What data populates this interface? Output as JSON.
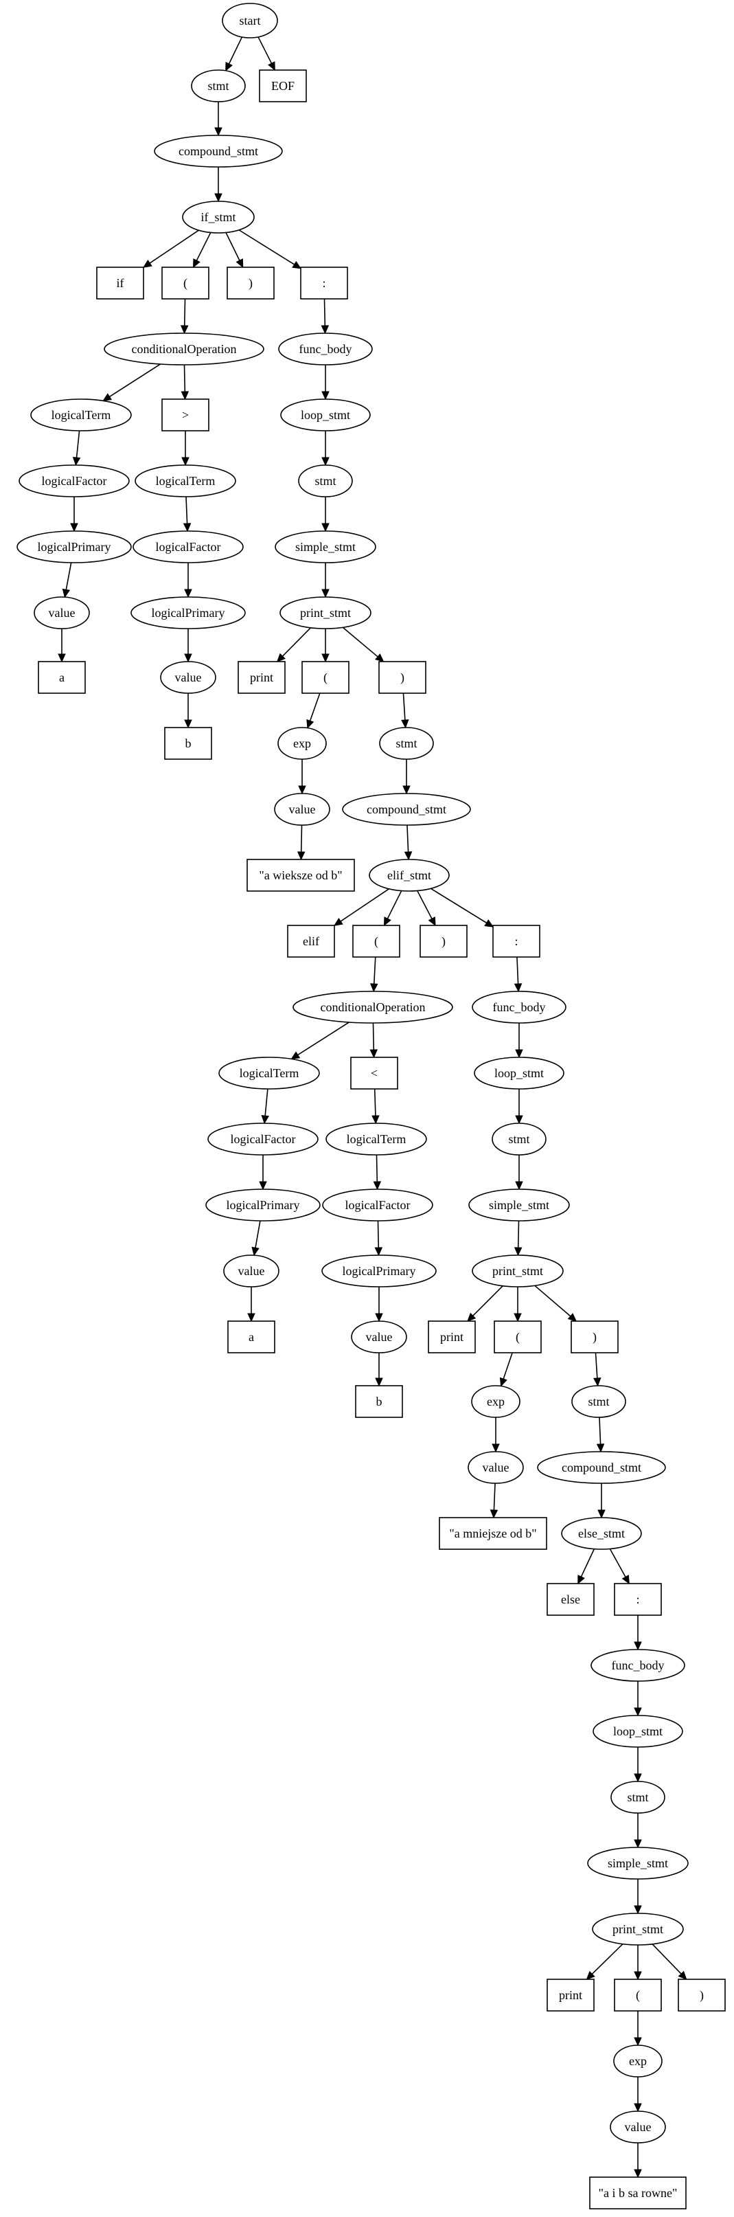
{
  "nodes": [
    {
      "id": "n0",
      "label": "start",
      "shape": "ellipse"
    },
    {
      "id": "n1",
      "label": "stmt",
      "shape": "ellipse"
    },
    {
      "id": "n2",
      "label": "EOF",
      "shape": "box"
    },
    {
      "id": "n3",
      "label": "compound_stmt",
      "shape": "ellipse"
    },
    {
      "id": "n4",
      "label": "if_stmt",
      "shape": "ellipse"
    },
    {
      "id": "n5",
      "label": "if",
      "shape": "box"
    },
    {
      "id": "n6",
      "label": "(",
      "shape": "box"
    },
    {
      "id": "n7",
      "label": ")",
      "shape": "box"
    },
    {
      "id": "n8",
      "label": ":",
      "shape": "box"
    },
    {
      "id": "n9",
      "label": "conditionalOperation",
      "shape": "ellipse"
    },
    {
      "id": "n10",
      "label": "logicalTerm",
      "shape": "ellipse"
    },
    {
      "id": "n11",
      "label": ">",
      "shape": "box"
    },
    {
      "id": "n12",
      "label": "logicalFactor",
      "shape": "ellipse"
    },
    {
      "id": "n13",
      "label": "logicalPrimary",
      "shape": "ellipse"
    },
    {
      "id": "n14",
      "label": "value",
      "shape": "ellipse"
    },
    {
      "id": "n15",
      "label": "a",
      "shape": "box"
    },
    {
      "id": "n16",
      "label": "logicalTerm",
      "shape": "ellipse"
    },
    {
      "id": "n17",
      "label": "logicalFactor",
      "shape": "ellipse"
    },
    {
      "id": "n18",
      "label": "logicalPrimary",
      "shape": "ellipse"
    },
    {
      "id": "n19",
      "label": "value",
      "shape": "ellipse"
    },
    {
      "id": "n20",
      "label": "b",
      "shape": "box"
    },
    {
      "id": "n21",
      "label": "func_body",
      "shape": "ellipse"
    },
    {
      "id": "n22",
      "label": "loop_stmt",
      "shape": "ellipse"
    },
    {
      "id": "n23",
      "label": "stmt",
      "shape": "ellipse"
    },
    {
      "id": "n24",
      "label": "simple_stmt",
      "shape": "ellipse"
    },
    {
      "id": "n25",
      "label": "print_stmt",
      "shape": "ellipse"
    },
    {
      "id": "n26",
      "label": "print",
      "shape": "box"
    },
    {
      "id": "n27",
      "label": "(",
      "shape": "box"
    },
    {
      "id": "n28",
      "label": ")",
      "shape": "box"
    },
    {
      "id": "n29",
      "label": "exp",
      "shape": "ellipse"
    },
    {
      "id": "n30",
      "label": "value",
      "shape": "ellipse"
    },
    {
      "id": "n31",
      "label": "\"a wieksze od b\"",
      "shape": "box"
    },
    {
      "id": "n32",
      "label": "stmt",
      "shape": "ellipse"
    },
    {
      "id": "n33",
      "label": "compound_stmt",
      "shape": "ellipse"
    },
    {
      "id": "n34",
      "label": "elif_stmt",
      "shape": "ellipse"
    },
    {
      "id": "n35",
      "label": "elif",
      "shape": "box"
    },
    {
      "id": "n36",
      "label": "(",
      "shape": "box"
    },
    {
      "id": "n37",
      "label": ")",
      "shape": "box"
    },
    {
      "id": "n38",
      "label": ":",
      "shape": "box"
    },
    {
      "id": "n39",
      "label": "conditionalOperation",
      "shape": "ellipse"
    },
    {
      "id": "n40",
      "label": "logicalTerm",
      "shape": "ellipse"
    },
    {
      "id": "n41",
      "label": "<",
      "shape": "box"
    },
    {
      "id": "n42",
      "label": "logicalFactor",
      "shape": "ellipse"
    },
    {
      "id": "n43",
      "label": "logicalPrimary",
      "shape": "ellipse"
    },
    {
      "id": "n44",
      "label": "value",
      "shape": "ellipse"
    },
    {
      "id": "n45",
      "label": "a",
      "shape": "box"
    },
    {
      "id": "n46",
      "label": "logicalTerm",
      "shape": "ellipse"
    },
    {
      "id": "n47",
      "label": "logicalFactor",
      "shape": "ellipse"
    },
    {
      "id": "n48",
      "label": "logicalPrimary",
      "shape": "ellipse"
    },
    {
      "id": "n49",
      "label": "value",
      "shape": "ellipse"
    },
    {
      "id": "n50",
      "label": "b",
      "shape": "box"
    },
    {
      "id": "n51",
      "label": "func_body",
      "shape": "ellipse"
    },
    {
      "id": "n52",
      "label": "loop_stmt",
      "shape": "ellipse"
    },
    {
      "id": "n53",
      "label": "stmt",
      "shape": "ellipse"
    },
    {
      "id": "n54",
      "label": "simple_stmt",
      "shape": "ellipse"
    },
    {
      "id": "n55",
      "label": "print_stmt",
      "shape": "ellipse"
    },
    {
      "id": "n56",
      "label": "print",
      "shape": "box"
    },
    {
      "id": "n57",
      "label": "(",
      "shape": "box"
    },
    {
      "id": "n58",
      "label": ")",
      "shape": "box"
    },
    {
      "id": "n59",
      "label": "exp",
      "shape": "ellipse"
    },
    {
      "id": "n60",
      "label": "value",
      "shape": "ellipse"
    },
    {
      "id": "n61",
      "label": "\"a mniejsze od b\"",
      "shape": "box"
    },
    {
      "id": "n62",
      "label": "stmt",
      "shape": "ellipse"
    },
    {
      "id": "n63",
      "label": "compound_stmt",
      "shape": "ellipse"
    },
    {
      "id": "n64",
      "label": "else_stmt",
      "shape": "ellipse"
    },
    {
      "id": "n65",
      "label": "else",
      "shape": "box"
    },
    {
      "id": "n66",
      "label": ":",
      "shape": "box"
    },
    {
      "id": "n67",
      "label": "func_body",
      "shape": "ellipse"
    },
    {
      "id": "n68",
      "label": "loop_stmt",
      "shape": "ellipse"
    },
    {
      "id": "n69",
      "label": "stmt",
      "shape": "ellipse"
    },
    {
      "id": "n70",
      "label": "simple_stmt",
      "shape": "ellipse"
    },
    {
      "id": "n71",
      "label": "print_stmt",
      "shape": "ellipse"
    },
    {
      "id": "n72",
      "label": "print",
      "shape": "box"
    },
    {
      "id": "n73",
      "label": "(",
      "shape": "box"
    },
    {
      "id": "n74",
      "label": ")",
      "shape": "box"
    },
    {
      "id": "n75",
      "label": "exp",
      "shape": "ellipse"
    },
    {
      "id": "n76",
      "label": "value",
      "shape": "ellipse"
    },
    {
      "id": "n77",
      "label": "\"a i b sa rowne\"",
      "shape": "box"
    }
  ],
  "edges": [
    [
      "n0",
      "n1"
    ],
    [
      "n0",
      "n2"
    ],
    [
      "n1",
      "n3"
    ],
    [
      "n3",
      "n4"
    ],
    [
      "n4",
      "n5"
    ],
    [
      "n4",
      "n6"
    ],
    [
      "n4",
      "n7"
    ],
    [
      "n4",
      "n8"
    ],
    [
      "n6",
      "n9"
    ],
    [
      "n9",
      "n10"
    ],
    [
      "n9",
      "n11"
    ],
    [
      "n10",
      "n12"
    ],
    [
      "n12",
      "n13"
    ],
    [
      "n13",
      "n14"
    ],
    [
      "n14",
      "n15"
    ],
    [
      "n11",
      "n16"
    ],
    [
      "n16",
      "n17"
    ],
    [
      "n17",
      "n18"
    ],
    [
      "n18",
      "n19"
    ],
    [
      "n19",
      "n20"
    ],
    [
      "n8",
      "n21"
    ],
    [
      "n21",
      "n22"
    ],
    [
      "n22",
      "n23"
    ],
    [
      "n23",
      "n24"
    ],
    [
      "n24",
      "n25"
    ],
    [
      "n25",
      "n26"
    ],
    [
      "n25",
      "n27"
    ],
    [
      "n25",
      "n28"
    ],
    [
      "n27",
      "n29"
    ],
    [
      "n29",
      "n30"
    ],
    [
      "n30",
      "n31"
    ],
    [
      "n28",
      "n32"
    ],
    [
      "n32",
      "n33"
    ],
    [
      "n33",
      "n34"
    ],
    [
      "n34",
      "n35"
    ],
    [
      "n34",
      "n36"
    ],
    [
      "n34",
      "n37"
    ],
    [
      "n34",
      "n38"
    ],
    [
      "n36",
      "n39"
    ],
    [
      "n39",
      "n40"
    ],
    [
      "n39",
      "n41"
    ],
    [
      "n40",
      "n42"
    ],
    [
      "n42",
      "n43"
    ],
    [
      "n43",
      "n44"
    ],
    [
      "n44",
      "n45"
    ],
    [
      "n41",
      "n46"
    ],
    [
      "n46",
      "n47"
    ],
    [
      "n47",
      "n48"
    ],
    [
      "n48",
      "n49"
    ],
    [
      "n49",
      "n50"
    ],
    [
      "n38",
      "n51"
    ],
    [
      "n51",
      "n52"
    ],
    [
      "n52",
      "n53"
    ],
    [
      "n53",
      "n54"
    ],
    [
      "n54",
      "n55"
    ],
    [
      "n55",
      "n56"
    ],
    [
      "n55",
      "n57"
    ],
    [
      "n55",
      "n58"
    ],
    [
      "n57",
      "n59"
    ],
    [
      "n59",
      "n60"
    ],
    [
      "n60",
      "n61"
    ],
    [
      "n58",
      "n62"
    ],
    [
      "n62",
      "n63"
    ],
    [
      "n63",
      "n64"
    ],
    [
      "n64",
      "n65"
    ],
    [
      "n64",
      "n66"
    ],
    [
      "n66",
      "n67"
    ],
    [
      "n67",
      "n68"
    ],
    [
      "n68",
      "n69"
    ],
    [
      "n69",
      "n70"
    ],
    [
      "n70",
      "n71"
    ],
    [
      "n71",
      "n72"
    ],
    [
      "n71",
      "n73"
    ],
    [
      "n71",
      "n74"
    ],
    [
      "n73",
      "n75"
    ],
    [
      "n75",
      "n76"
    ],
    [
      "n76",
      "n77"
    ]
  ]
}
